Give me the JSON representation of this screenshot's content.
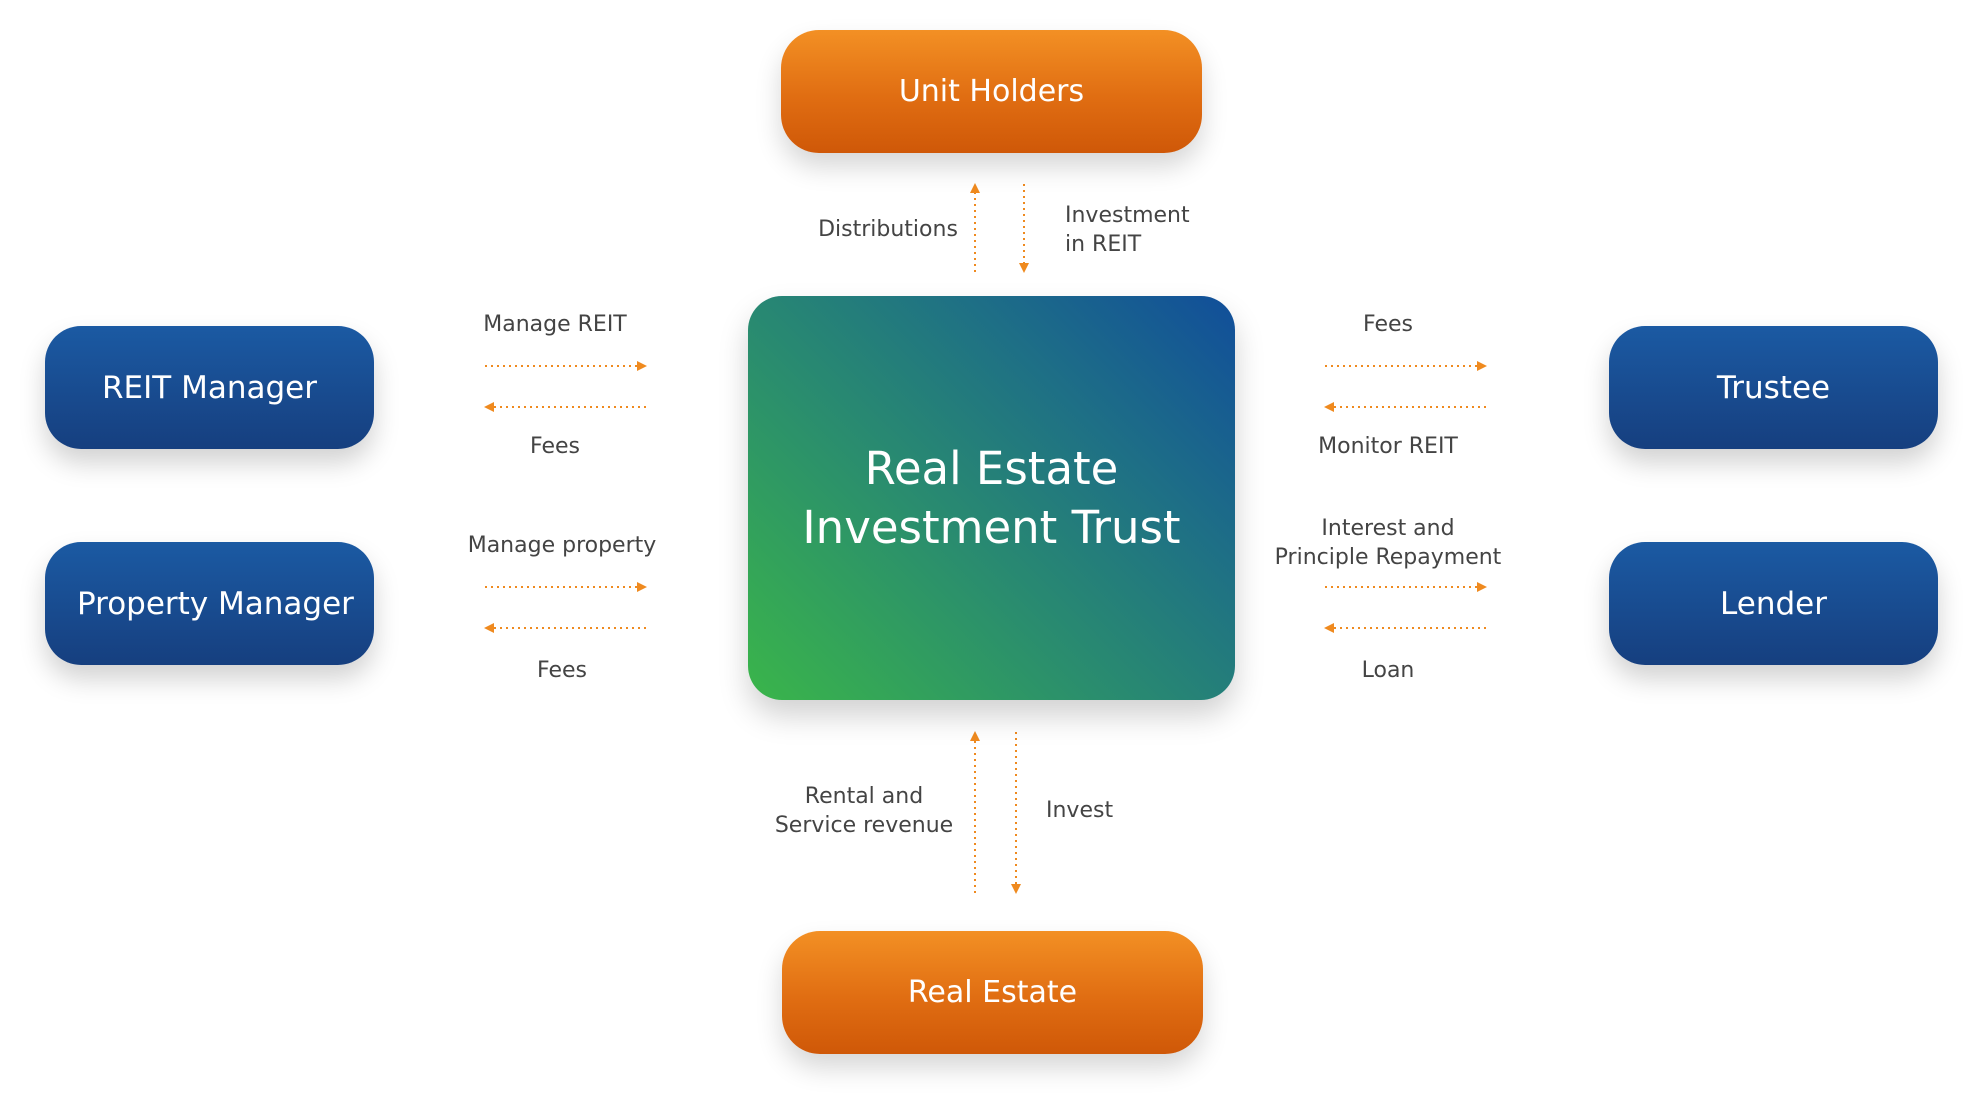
{
  "diagram": {
    "center": {
      "line1": "Real Estate",
      "line2": "Investment Trust"
    },
    "nodes": {
      "unit_holders": "Unit Holders",
      "real_estate": "Real Estate",
      "reit_manager": "REIT Manager",
      "property_manager": "Property Manager",
      "trustee": "Trustee",
      "lender": "Lender"
    },
    "flows": {
      "distributions": "Distributions",
      "investment_line1": "Investment",
      "investment_line2": "in REIT",
      "manage_reit": "Manage REIT",
      "reit_manager_fees": "Fees",
      "manage_property": "Manage property",
      "property_manager_fees": "Fees",
      "trustee_fees": "Fees",
      "monitor_reit": "Monitor REIT",
      "interest_line1": "Interest and",
      "interest_line2": "Principle Repayment",
      "loan": "Loan",
      "rental_line1": "Rental and",
      "rental_line2": "Service revenue",
      "invest": "Invest"
    },
    "colors": {
      "orange": "#e8771a",
      "blue": "#163f7f",
      "green": "#3ab54a",
      "arrow": "#ef8a1f",
      "text": "#444444"
    }
  }
}
